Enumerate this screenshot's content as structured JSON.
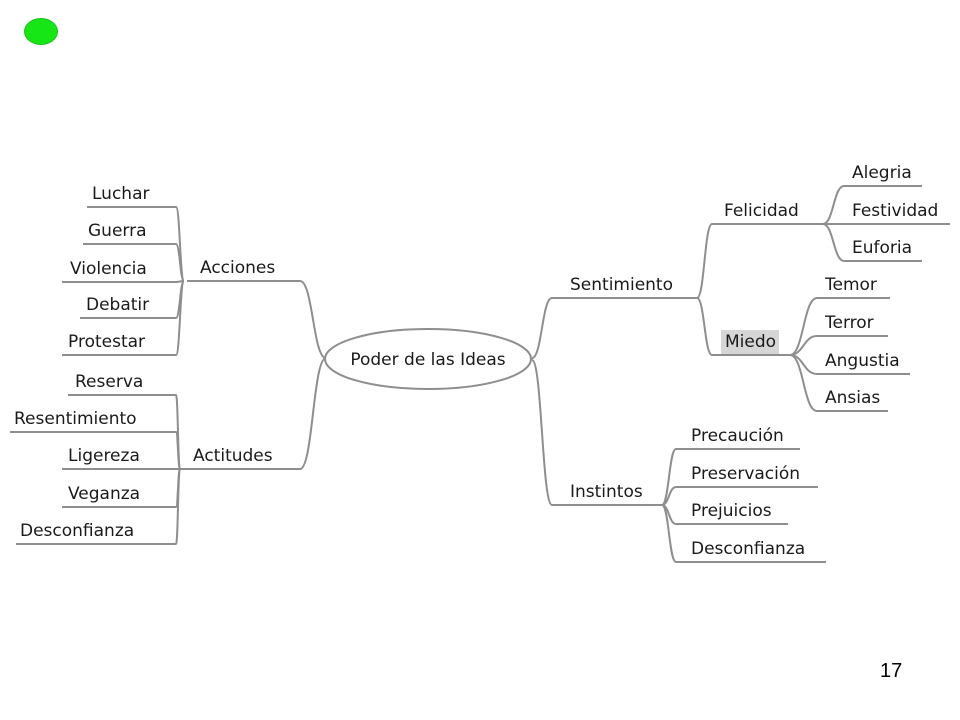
{
  "indicator": {
    "color": "#16e616"
  },
  "page_number": "17",
  "mindmap": {
    "root": "Poder de las Ideas",
    "left": [
      {
        "label": "Acciones",
        "children": [
          "Luchar",
          "Guerra",
          "Violencia",
          "Debatir",
          "Protestar"
        ]
      },
      {
        "label": "Actitudes",
        "children": [
          "Reserva",
          "Resentimiento",
          "Ligereza",
          "Veganza",
          "Desconfianza"
        ]
      }
    ],
    "right": [
      {
        "label": "Sentimiento",
        "children": [
          {
            "label": "Felicidad",
            "highlighted": false,
            "children": [
              "Alegria",
              "Festividad",
              "Euforia"
            ]
          },
          {
            "label": "Miedo",
            "highlighted": true,
            "children": [
              "Temor",
              "Terror",
              "Angustia",
              "Ansias"
            ]
          }
        ]
      },
      {
        "label": "Instintos",
        "children": [
          "Precaución",
          "Preservación",
          "Prejuicios",
          "Desconfianza"
        ]
      }
    ]
  }
}
